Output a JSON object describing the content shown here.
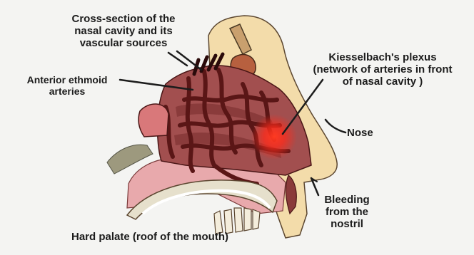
{
  "labels": {
    "title": "Cross-section of the\nnasal cavity and its\nvascular sources",
    "anterior_ethmoid": "Anterior ethmoid\narteries",
    "kiesselbach": "Kiesselbach's plexus\n(network of arteries in front\nof nasal cavity )",
    "nose": "Nose",
    "bleeding": "Bleeding\nfrom the\nnostril",
    "hard_palate": "Hard palate (roof of the mouth)"
  },
  "colors": {
    "background": "#f4f4f2",
    "skin": "#f3dcaa",
    "mucosa": "#e8a9ac",
    "tissue": "#a24f4f",
    "artery": "#5a1616",
    "plexus": "#ff2a1a",
    "bone": "#f4eddc",
    "label": "#1c1c1c"
  }
}
